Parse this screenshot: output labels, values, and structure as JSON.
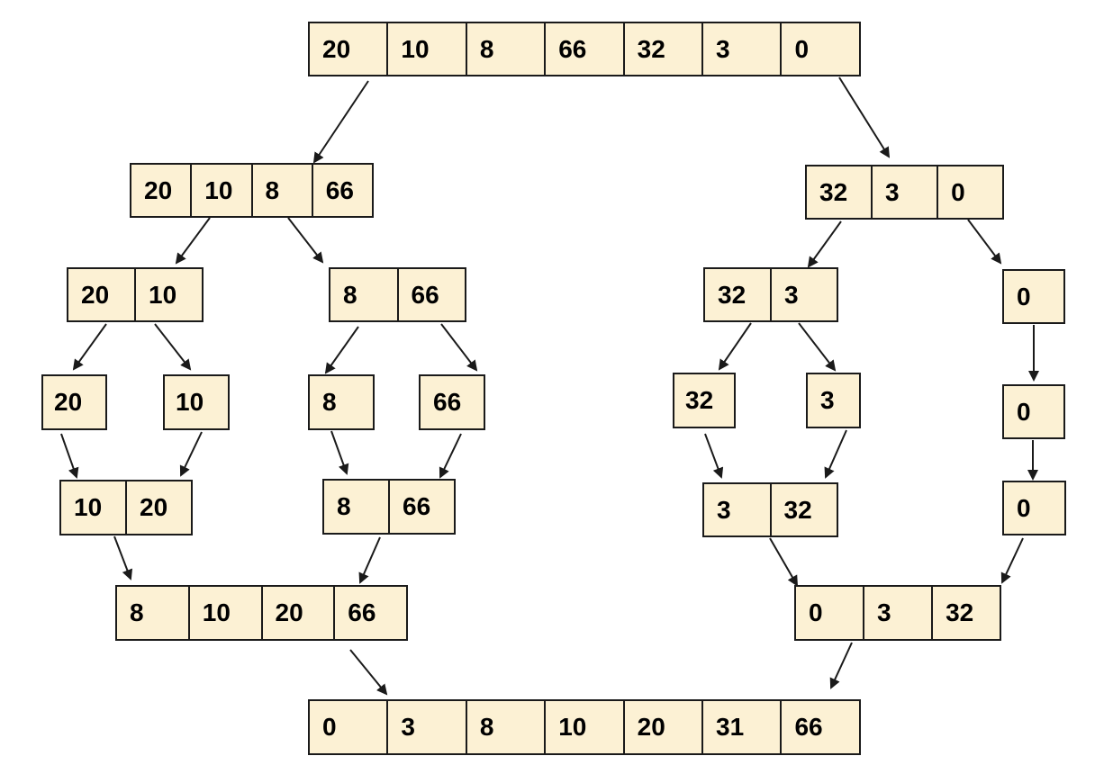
{
  "colors": {
    "cell_fill": "#fcf1d4",
    "stroke": "#1a1a1a"
  },
  "arrays": [
    {
      "id": "a_root",
      "values": [
        "20",
        "10",
        "8",
        "66",
        "32",
        "3",
        "0"
      ]
    },
    {
      "id": "a_l1",
      "values": [
        "20",
        "10",
        "8",
        "66"
      ]
    },
    {
      "id": "a_r1",
      "values": [
        "32",
        "3",
        "0"
      ]
    },
    {
      "id": "a_l2a",
      "values": [
        "20",
        "10"
      ]
    },
    {
      "id": "a_l2b",
      "values": [
        "8",
        "66"
      ]
    },
    {
      "id": "a_r2a",
      "values": [
        "32",
        "3"
      ]
    },
    {
      "id": "a_r2b",
      "values": [
        "0"
      ]
    },
    {
      "id": "a_l3a",
      "values": [
        "20"
      ]
    },
    {
      "id": "a_l3b",
      "values": [
        "10"
      ]
    },
    {
      "id": "a_l3c",
      "values": [
        "8"
      ]
    },
    {
      "id": "a_l3d",
      "values": [
        "66"
      ]
    },
    {
      "id": "a_r3a",
      "values": [
        "32"
      ]
    },
    {
      "id": "a_r3b",
      "values": [
        "3"
      ]
    },
    {
      "id": "a_r3c",
      "values": [
        "0"
      ]
    },
    {
      "id": "a_m1a",
      "values": [
        "10",
        "20"
      ]
    },
    {
      "id": "a_m1b",
      "values": [
        "8",
        "66"
      ]
    },
    {
      "id": "a_m1c",
      "values": [
        "3",
        "32"
      ]
    },
    {
      "id": "a_m1d",
      "values": [
        "0"
      ]
    },
    {
      "id": "a_m2a",
      "values": [
        "8",
        "10",
        "20",
        "66"
      ]
    },
    {
      "id": "a_m2b",
      "values": [
        "0",
        "3",
        "32"
      ]
    },
    {
      "id": "a_final",
      "values": [
        "0",
        "3",
        "8",
        "10",
        "20",
        "31",
        "66"
      ]
    }
  ]
}
